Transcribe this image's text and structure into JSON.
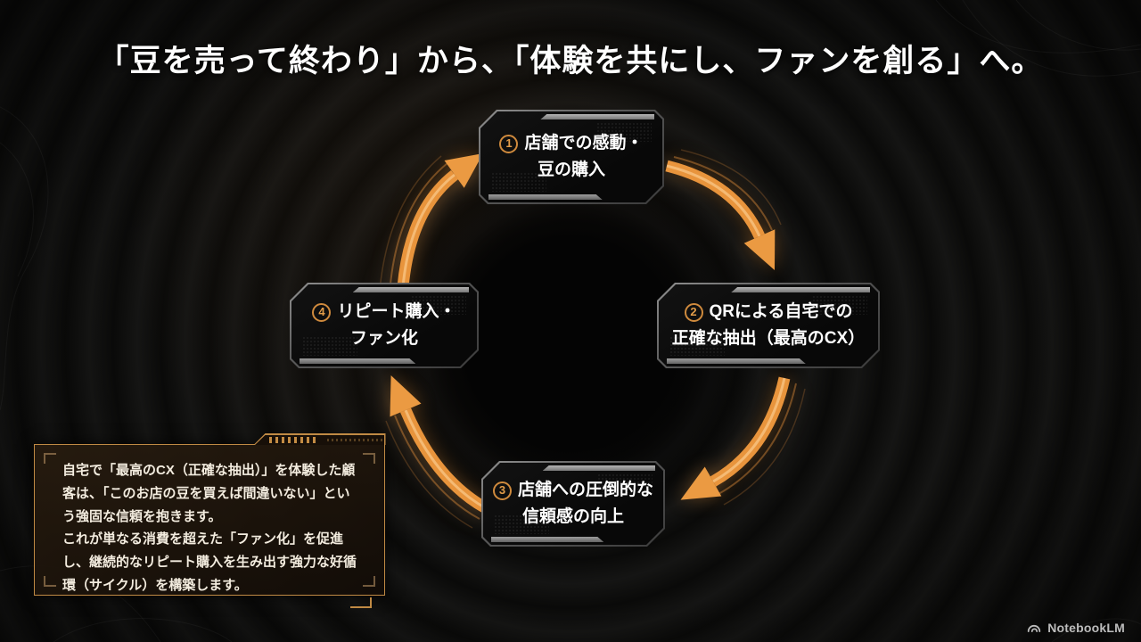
{
  "title": "「豆を売って終わり」から、「体験を共にし、ファンを創る」へ。",
  "cycle": {
    "nodes": [
      {
        "number": "1",
        "line1": "店舗での感動・",
        "line2": "豆の購入"
      },
      {
        "number": "2",
        "line1": "QRによる自宅での",
        "line2": "正確な抽出（最高のCX）"
      },
      {
        "number": "3",
        "line1": "店舗への圧倒的な",
        "line2": "信頼感の向上"
      },
      {
        "number": "4",
        "line1": "リピート購入・",
        "line2": "ファン化"
      }
    ]
  },
  "annotation": {
    "paragraphs": [
      "自宅で「最高のCX（正確な抽出）」を体験した顧客は、「このお店の豆を買えば間違いない」という強固な信頼を抱きます。",
      "これが単なる消費を超えた「ファン化」を促進し、継続的なリピート購入を生み出す強力な好循環（サイクル）を構築します。"
    ]
  },
  "footer": {
    "brand": "NotebookLM"
  },
  "colors": {
    "accent_orange": "#E8943C",
    "callout_border": "#C08A44",
    "panel_border_gray": "#707070",
    "background": "#0B0B0A",
    "text": "#FFFFFF"
  }
}
